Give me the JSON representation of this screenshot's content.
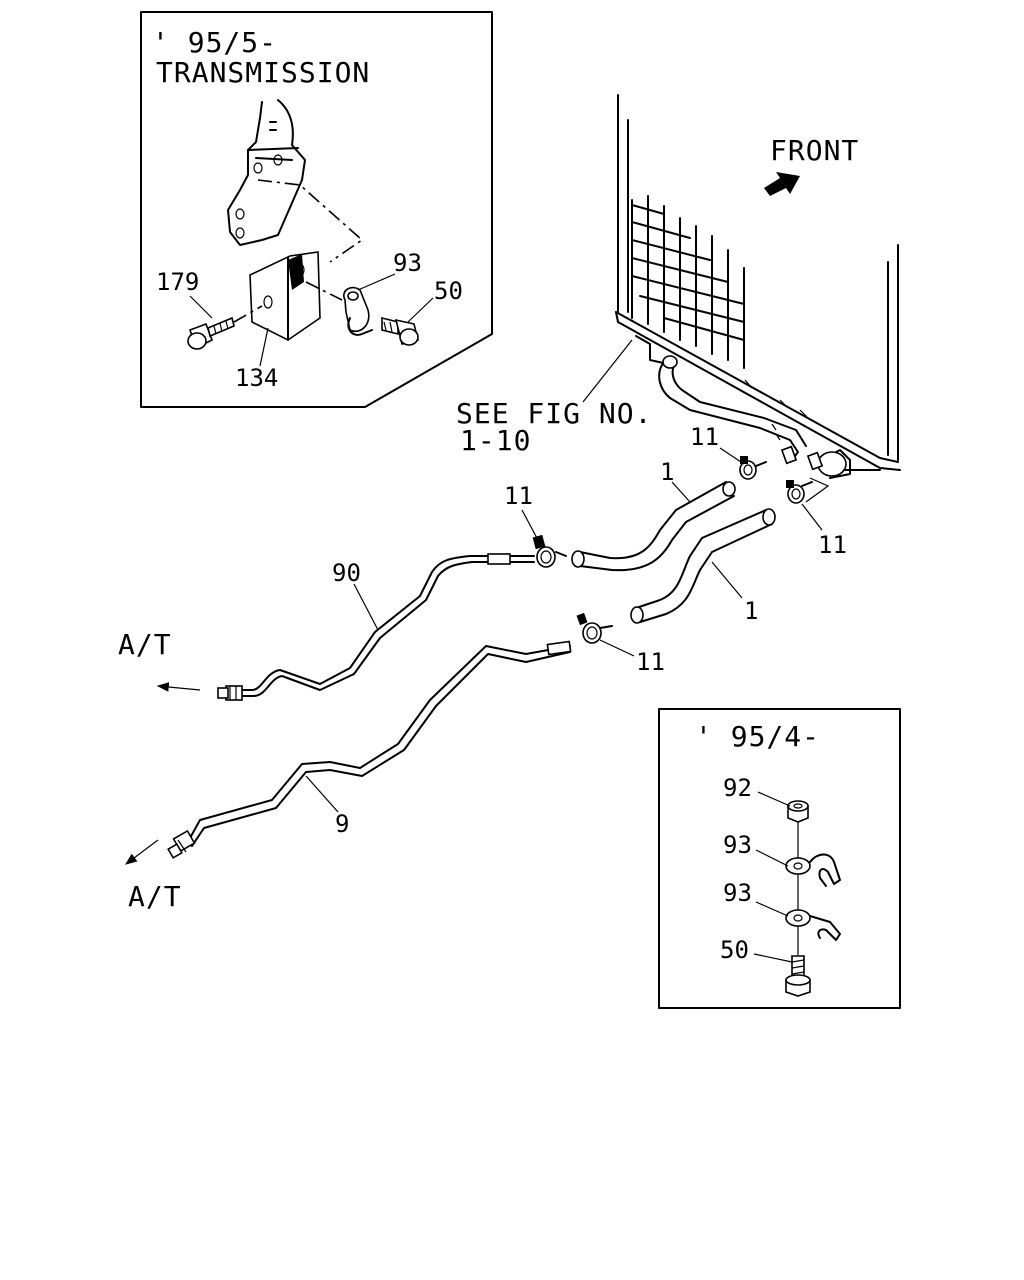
{
  "inset_top": {
    "date_line": "' 95/5-",
    "title_line": "TRANSMISSION",
    "callouts": {
      "bolt_left": "179",
      "bracket": "134",
      "clip": "93",
      "bolt_right": "50"
    }
  },
  "inset_bottom": {
    "date_line": "' 95/4-",
    "callouts": {
      "nut": "92",
      "clip_upper": "93",
      "clip_lower": "93",
      "bolt": "50"
    }
  },
  "main": {
    "front_label": "FRONT",
    "see_fig_line1": "SEE FIG NO.",
    "see_fig_line2": "1-10",
    "callouts": {
      "hose_upper": "1",
      "hose_lower": "1",
      "clamp_top_left": "11",
      "clamp_top_right": "11",
      "clamp_right": "11",
      "clamp_mid": "11",
      "pipe_upper": "90",
      "pipe_lower": "9"
    },
    "at_upper": "A/T",
    "at_lower": "A/T"
  }
}
